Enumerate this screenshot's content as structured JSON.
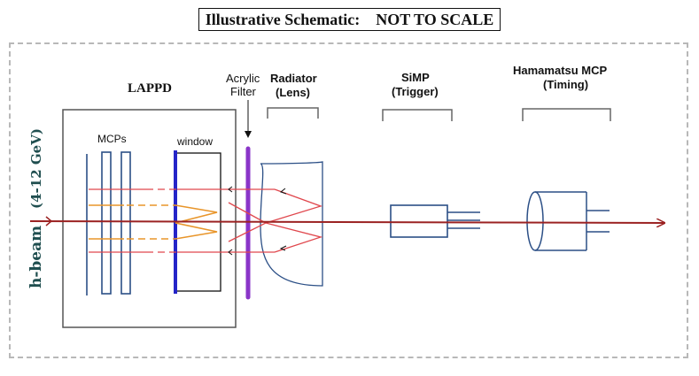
{
  "title": "Illustrative Schematic:    NOT TO SCALE",
  "labels": {
    "lappd": "LAPPD",
    "mcps": "MCPs",
    "window": "window",
    "acrylic_line1": "Acrylic",
    "acrylic_line2": "Filter",
    "radiator_line1": "Radiator",
    "radiator_line2": "(Lens)",
    "simp_line1": "SiMP",
    "simp_line2": "(Trigger)",
    "hama_line1": "Hamamatsu MCP",
    "hama_line2": "(Timing)",
    "beam": "h-beam",
    "energy": "(4-12 GeV)"
  },
  "colors": {
    "beam": "#9b2222",
    "photon": "#e0474d",
    "orange": "#e8952a",
    "detector": "#2b4f86",
    "window": "#2424c8",
    "filter": "#8a35c8",
    "teal": "#1f4e4f"
  }
}
